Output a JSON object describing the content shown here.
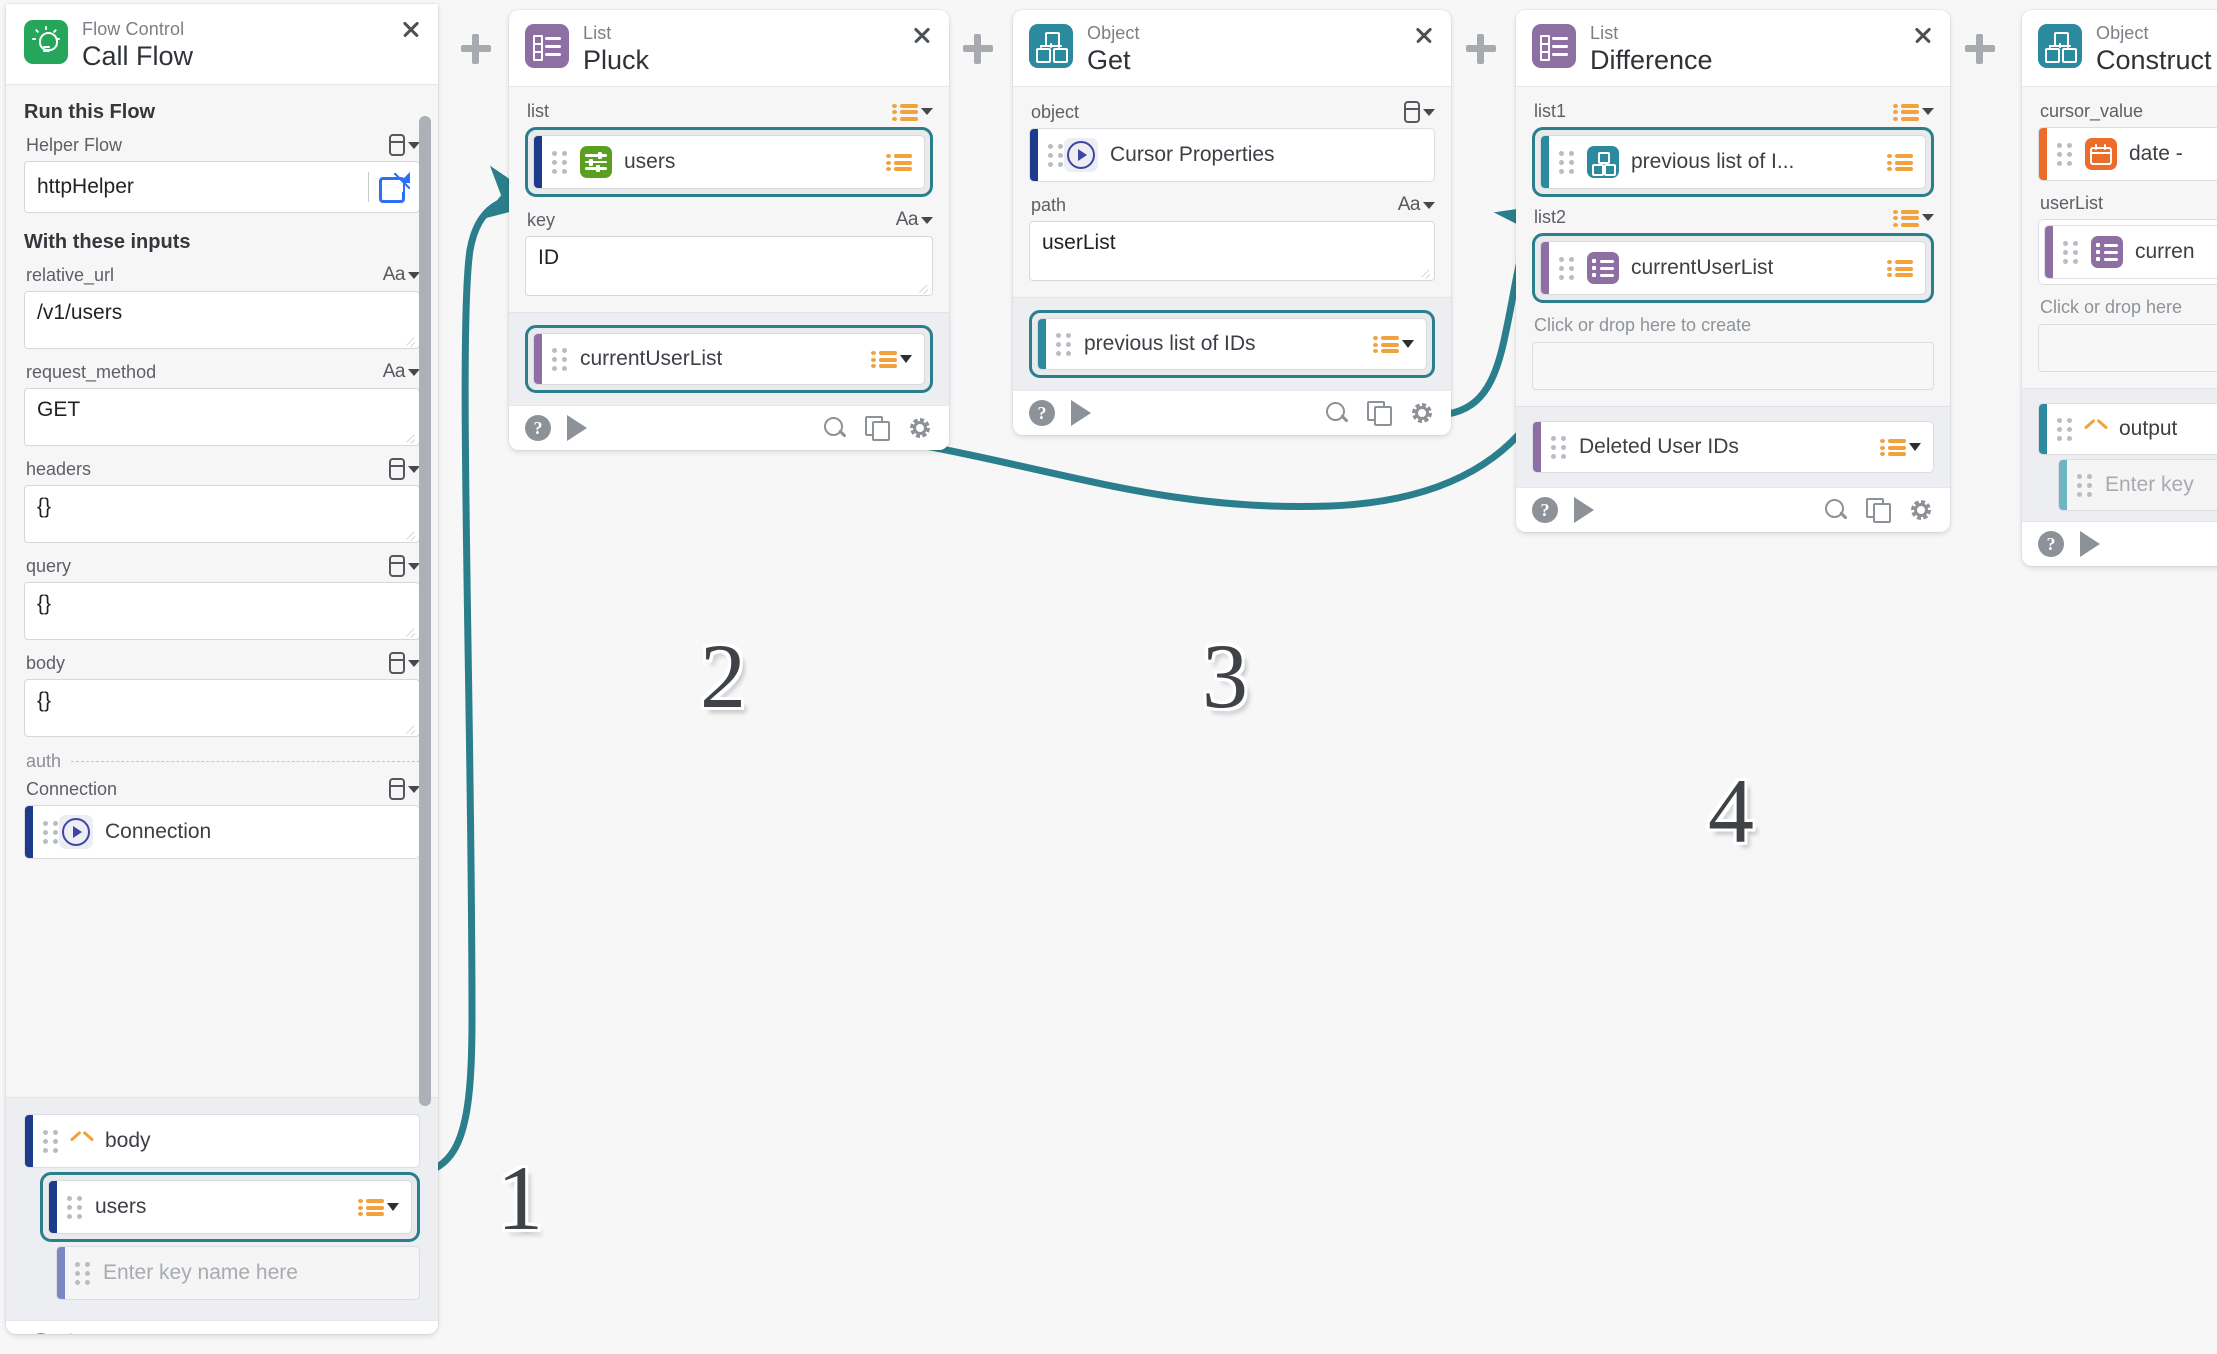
{
  "canvas": {
    "background": "#f7f7f8",
    "wire_color": "#2b7f8c",
    "selection_color": "#2b7f8c"
  },
  "step_numbers": [
    "1",
    "2",
    "3",
    "4"
  ],
  "add_button_icon": "plus-icon",
  "footer_icons": [
    "help-icon",
    "play-icon",
    "search-icon",
    "copy-icon",
    "gear-icon"
  ],
  "call_flow_panel": {
    "category": "Flow Control",
    "title": "Call Flow",
    "icon": "lightbulb-icon",
    "icon_color": "#26a65b",
    "close_icon": "close-icon",
    "section_run": {
      "heading": "Run this Flow",
      "field_label": "Helper Flow",
      "type_icon": "database-icon",
      "value": "httpHelper",
      "open_icon": "external-link-icon"
    },
    "section_inputs": {
      "heading": "With these inputs",
      "fields": [
        {
          "label": "relative_url",
          "type_icon": "Aa",
          "value": "/v1/users"
        },
        {
          "label": "request_method",
          "type_icon": "Aa",
          "value": "GET"
        },
        {
          "label": "headers",
          "type_icon": "database-icon",
          "value": "{}"
        },
        {
          "label": "query",
          "type_icon": "database-icon",
          "value": "{}"
        },
        {
          "label": "body",
          "type_icon": "database-icon",
          "value": "{}"
        }
      ],
      "auth_label": "auth",
      "connection_label": "Connection",
      "connection_type_icon": "database-icon",
      "connection_token": {
        "text": "Connection",
        "icon": "play-circle-icon",
        "bar_color": "#1e3a8a"
      }
    },
    "outputs": [
      {
        "text": "body",
        "icon": "chevron-up-icon",
        "bar_color": "#1e3a8a",
        "selected": false
      },
      {
        "text": "users",
        "icon": "orange-list-icon",
        "bar_color": "#1e3a8a",
        "selected": true
      },
      {
        "text": "Enter key name here",
        "placeholder": true,
        "bar_color": "#7b86c4",
        "selected": false
      }
    ],
    "footer": {
      "help": "help-icon",
      "run": "play-icon",
      "search": "search-icon",
      "duplicate": "copy-icon",
      "settings": "gear-icon"
    }
  },
  "pluck_card": {
    "category": "List",
    "title": "Pluck",
    "icon": "list-icon",
    "icon_color": "#8e6fa3",
    "close_icon": "close-icon",
    "fields": [
      {
        "label": "list",
        "type_icon": "orange-list-icon",
        "token": {
          "text": "users",
          "icon": "sliders-icon",
          "icon_color": "#5a9e22",
          "bar_color": "#1e3a8a"
        },
        "selected": true
      },
      {
        "label": "key",
        "type_icon": "Aa",
        "value": "ID"
      }
    ],
    "outputs": [
      {
        "text": "currentUserList",
        "icon": "orange-list-icon",
        "bar_color": "#8e6fa3",
        "selected": true
      }
    ],
    "footer": {
      "help": "help-icon",
      "run": "play-icon",
      "search": "search-icon",
      "duplicate": "copy-icon",
      "settings": "gear-icon"
    }
  },
  "get_card": {
    "category": "Object",
    "title": "Get",
    "icon": "object-icon",
    "icon_color": "#2b8a9e",
    "close_icon": "close-icon",
    "fields": [
      {
        "label": "object",
        "type_icon": "database-icon",
        "token": {
          "text": "Cursor Properties",
          "icon": "play-circle-icon",
          "bar_color": "#1e3a8a"
        }
      },
      {
        "label": "path",
        "type_icon": "Aa",
        "value": "userList"
      }
    ],
    "outputs": [
      {
        "text": "previous list of IDs",
        "icon": "orange-list-icon",
        "bar_color": "#2b8a9e",
        "selected": true
      }
    ],
    "footer": {
      "help": "help-icon",
      "run": "play-icon",
      "search": "search-icon",
      "duplicate": "copy-icon",
      "settings": "gear-icon"
    }
  },
  "difference_card": {
    "category": "List",
    "title": "Difference",
    "icon": "list-icon",
    "icon_color": "#8e6fa3",
    "close_icon": "close-icon",
    "fields": [
      {
        "label": "list1",
        "type_icon": "orange-list-icon",
        "token": {
          "text": "previous list of I...",
          "icon": "object-icon",
          "icon_color": "#2b8a9e",
          "bar_color": "#2b8a9e"
        },
        "selected": true
      },
      {
        "label": "list2",
        "type_icon": "orange-list-icon",
        "token": {
          "text": "currentUserList",
          "icon": "list-icon",
          "icon_color": "#8e6fa3",
          "bar_color": "#8e6fa3"
        },
        "selected": true
      }
    ],
    "dropzone_label": "Click or drop here to create",
    "outputs": [
      {
        "text": "Deleted User IDs",
        "icon": "orange-list-icon",
        "bar_color": "#8e6fa3",
        "selected": false
      }
    ],
    "footer": {
      "help": "help-icon",
      "run": "play-icon",
      "search": "search-icon",
      "duplicate": "copy-icon",
      "settings": "gear-icon"
    }
  },
  "construct_card": {
    "category": "Object",
    "title": "Construct",
    "icon": "object-icon",
    "icon_color": "#2b8a9e",
    "fields": [
      {
        "label": "cursor_value",
        "token": {
          "text": "date -",
          "icon": "calendar-icon",
          "icon_color": "#ec6c2a",
          "bar_color": "#ec6c2a"
        }
      },
      {
        "label": "userList",
        "token": {
          "text": "curren",
          "icon": "list-icon",
          "icon_color": "#8e6fa3",
          "bar_color": "#8e6fa3"
        }
      }
    ],
    "dropzone_label": "Click or drop here",
    "outputs": [
      {
        "text": "output",
        "icon": "chevron-up-icon",
        "bar_color": "#2b8a9e"
      },
      {
        "text": "Enter key",
        "placeholder": true,
        "bar_color": "#6fb4c2"
      }
    ],
    "footer": {
      "help": "help-icon",
      "run": "play-icon"
    }
  }
}
